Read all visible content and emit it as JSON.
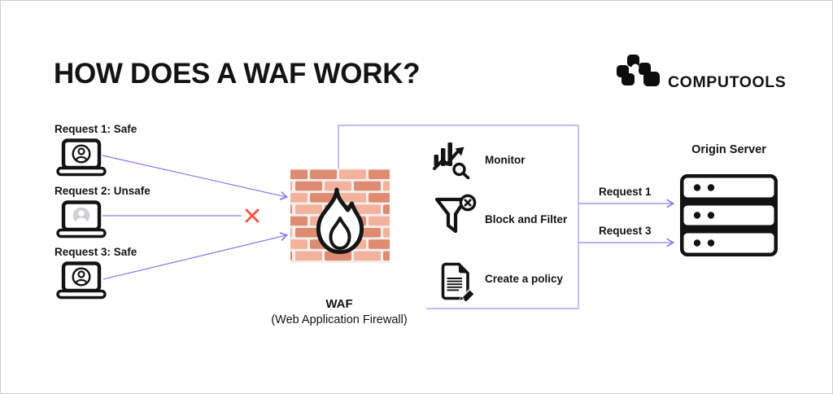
{
  "title": "HOW DOES A WAF WORK?",
  "brand": {
    "name": "COMPUTOOLS"
  },
  "requests": [
    {
      "label": "Request 1: Safe",
      "status": "safe"
    },
    {
      "label": "Request 2: Unsafe",
      "status": "unsafe"
    },
    {
      "label": "Request 3: Safe",
      "status": "safe"
    }
  ],
  "waf": {
    "acronym": "WAF",
    "full_name": "(Web Application Firewall)"
  },
  "waf_functions": [
    {
      "label": "Monitor",
      "icon": "monitor-chart-magnifier-icon"
    },
    {
      "label": "Block and Filter",
      "icon": "funnel-block-icon"
    },
    {
      "label": "Create a policy",
      "icon": "policy-document-pencil-icon"
    }
  ],
  "origin_server": {
    "title": "Origin Server"
  },
  "forwarded": [
    {
      "label": "Request 1"
    },
    {
      "label": "Request 3"
    }
  ],
  "colors": {
    "connector_purple": "#8b80ee",
    "panel_border_purple": "#b2a6f2",
    "blocked_x_red": "#f8514a",
    "brick_dark": "#de8b71",
    "brick_light": "#f3b29c",
    "mortar": "#f1eeec",
    "ink": "#131313"
  }
}
